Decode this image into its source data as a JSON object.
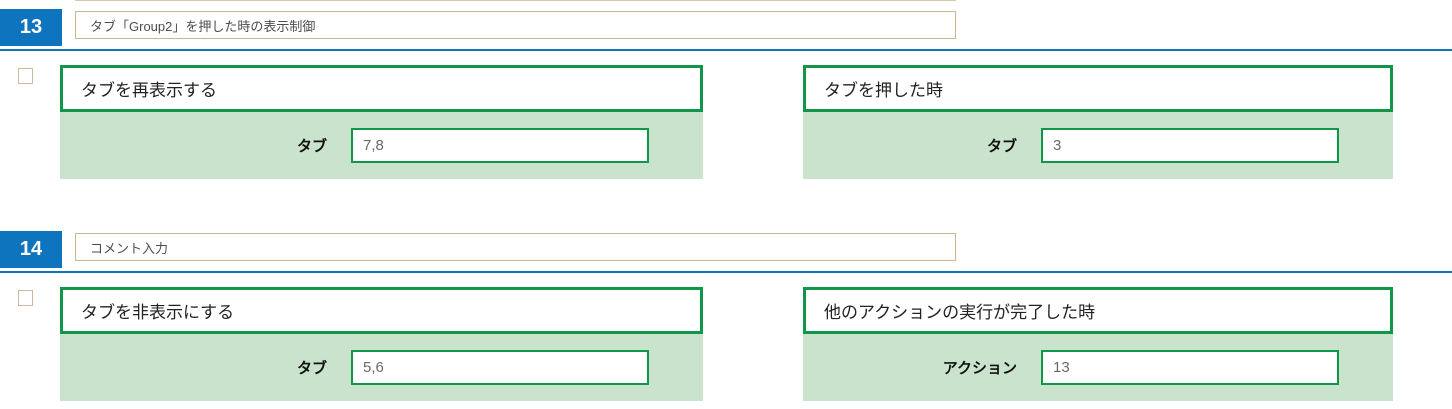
{
  "theme": {
    "accent_blue": "#0d74bd",
    "accent_green": "#109648",
    "panel_body_bg": "#c9e3cc",
    "input_border_tan": "#c9b794"
  },
  "sections": [
    {
      "number": "13",
      "description": "タブ「Group2」を押した時の表示制御",
      "checkbox_checked": false,
      "panels": [
        {
          "title": "タブを再表示する",
          "field_label": "タブ",
          "field_value": "7,8"
        },
        {
          "title": "タブを押した時",
          "field_label": "タブ",
          "field_value": "3"
        }
      ]
    },
    {
      "number": "14",
      "description": "コメント入力",
      "checkbox_checked": false,
      "panels": [
        {
          "title": "タブを非表示にする",
          "field_label": "タブ",
          "field_value": "5,6"
        },
        {
          "title": "他のアクションの実行が完了した時",
          "field_label": "アクション",
          "field_value": "13"
        }
      ]
    }
  ]
}
